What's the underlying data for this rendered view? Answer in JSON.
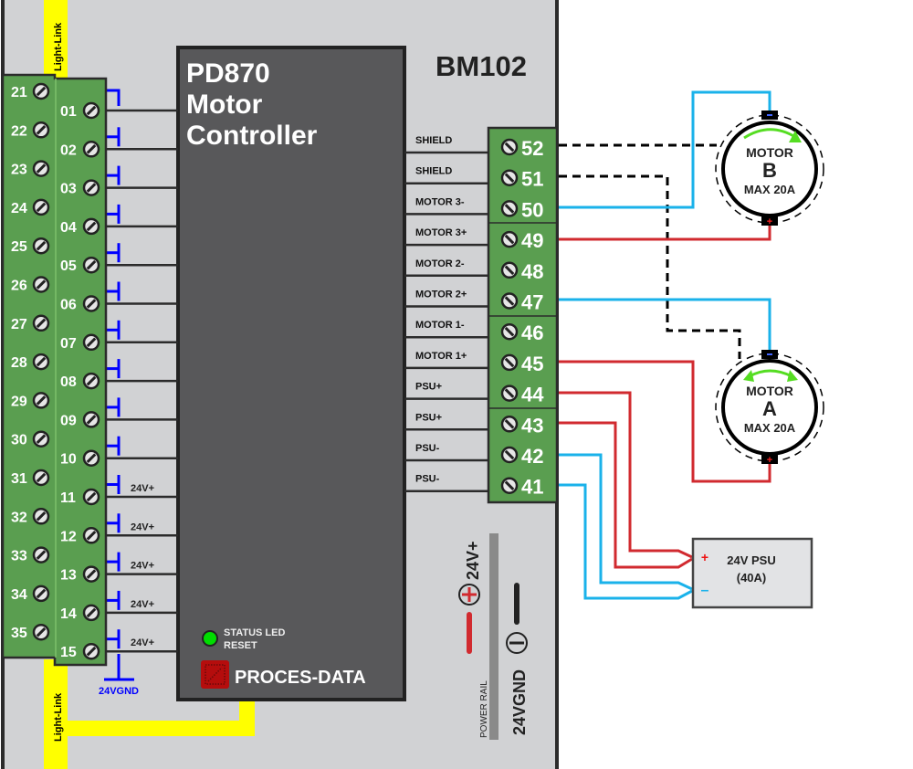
{
  "module": {
    "name": "BM102",
    "light_link_label": "Light-Link"
  },
  "controller": {
    "title_lines": [
      "PD870",
      "Motor",
      "Controller"
    ],
    "status_led_label": "STATUS LED",
    "reset_label": "RESET",
    "brand": "PROCES-DATA",
    "status_led_color": "#00dd00"
  },
  "left_outer_terminals": [
    "21",
    "22",
    "23",
    "24",
    "25",
    "26",
    "27",
    "28",
    "29",
    "30",
    "31",
    "32",
    "33",
    "34",
    "35"
  ],
  "left_inner_terminals": [
    "01",
    "02",
    "03",
    "04",
    "05",
    "06",
    "07",
    "08",
    "09",
    "10",
    "11",
    "12",
    "13",
    "14",
    "15"
  ],
  "left_power_labels": {
    "24vplus": "24V+",
    "gnd": "24VGND"
  },
  "right_terminals": [
    {
      "num": "52",
      "label": "SHIELD"
    },
    {
      "num": "51",
      "label": "SHIELD"
    },
    {
      "num": "50",
      "label": "MOTOR 3-"
    },
    {
      "num": "49",
      "label": "MOTOR 3+"
    },
    {
      "num": "48",
      "label": "MOTOR 2-"
    },
    {
      "num": "47",
      "label": "MOTOR 2+"
    },
    {
      "num": "46",
      "label": "MOTOR 1-"
    },
    {
      "num": "45",
      "label": "MOTOR 1+"
    },
    {
      "num": "44",
      "label": "PSU+"
    },
    {
      "num": "43",
      "label": "PSU+"
    },
    {
      "num": "42",
      "label": "PSU-"
    },
    {
      "num": "41",
      "label": "PSU-"
    }
  ],
  "motors": [
    {
      "id": "B",
      "line1": "MOTOR",
      "letter": "B",
      "line3": "MAX 20A",
      "direction": "one-way"
    },
    {
      "id": "A",
      "line1": "MOTOR",
      "letter": "A",
      "line3": "MAX 20A",
      "direction": "bidirectional"
    }
  ],
  "psu": {
    "line1": "24V PSU",
    "line2": "(40A)",
    "plus": "+",
    "minus": "–"
  },
  "power_rail": {
    "label": "POWER RAIL",
    "plus_label": "24V+",
    "minus_label": "24VGND"
  },
  "colors": {
    "terminal_green": "#5a9e50",
    "controller_gray": "#58585a",
    "module_gray": "#d1d2d4",
    "wire_red": "#d12a2f",
    "wire_blue": "#1ab2ea",
    "ground_blue": "#0000ff",
    "light_link_yellow": "#ffff00",
    "brand_red": "#b50d0d",
    "arrow_green": "#55dd22"
  }
}
